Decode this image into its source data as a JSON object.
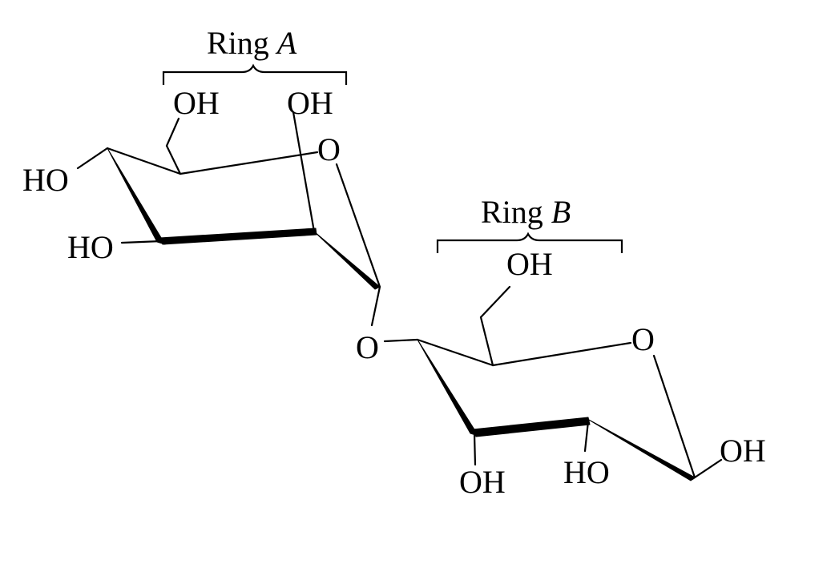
{
  "labels": {
    "ring_a_title": "Ring ",
    "ring_a_letter": "A",
    "ring_b_title": "Ring ",
    "ring_b_letter": "B",
    "ring_a_ch2oh_oh": "OH",
    "ring_a_anomeric_oh": "OH",
    "ring_a_ring_o": "O",
    "ring_a_c4_oh": "HO",
    "ring_a_c3_oh": "HO",
    "glycosidic_o": "O",
    "ring_b_ch2oh_oh": "OH",
    "ring_b_ring_o": "O",
    "ring_b_c3_oh": "OH",
    "ring_b_c2_oh": "HO",
    "ring_b_anomeric_oh": "OH"
  },
  "colors": {
    "ink": "#000000",
    "background": "#ffffff"
  }
}
